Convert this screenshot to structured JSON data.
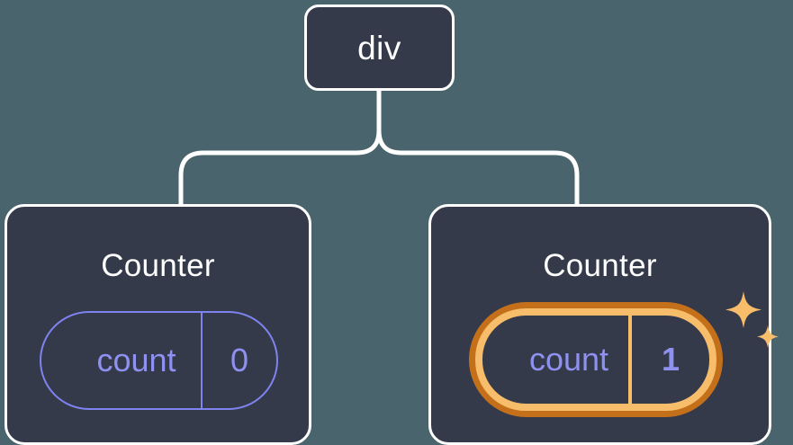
{
  "diagram": {
    "type": "component-tree",
    "background_color": "#4a646d",
    "node_fill": "#343a4a",
    "node_border": "#ffffff",
    "connector_color": "#ffffff",
    "accent_state": "#8e91f0",
    "accent_highlight_outer": "#c4701b",
    "accent_highlight_inner": "#f7bd6b",
    "root": {
      "label": "div"
    },
    "children": [
      {
        "title": "Counter",
        "state": {
          "key": "count",
          "value": "0"
        },
        "highlighted": false,
        "sparkles": false
      },
      {
        "title": "Counter",
        "state": {
          "key": "count",
          "value": "1"
        },
        "highlighted": true,
        "sparkles": true,
        "sparkle_count": 2
      }
    ]
  }
}
